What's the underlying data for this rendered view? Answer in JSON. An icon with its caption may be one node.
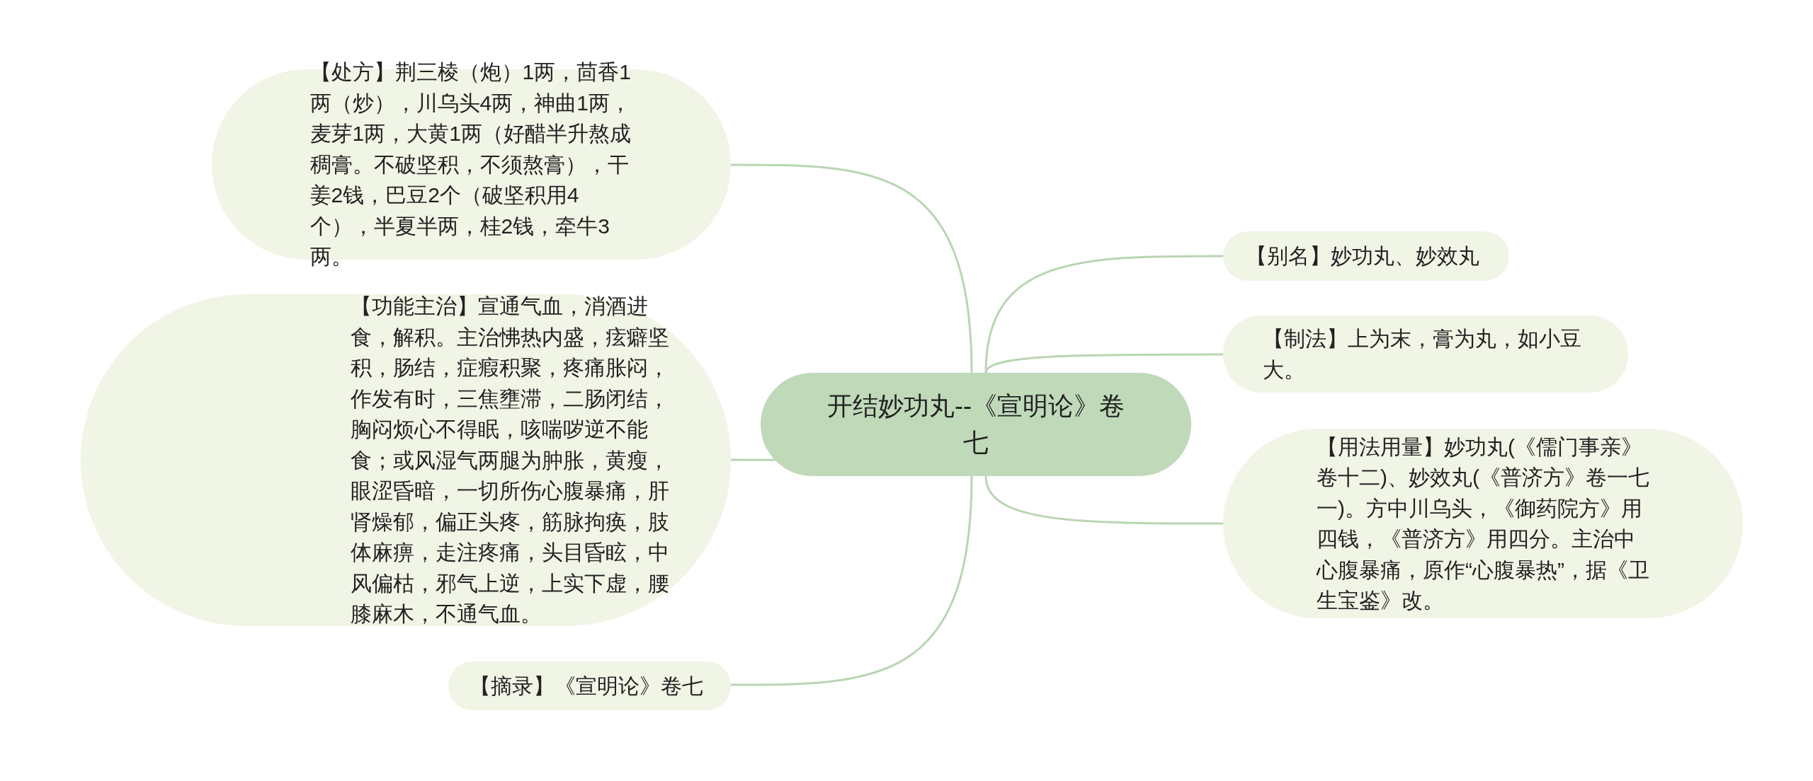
{
  "diagram": {
    "nodes": [
      {
        "text": [
          "开结妙功丸--《宣明论》卷七"
        ]
      },
      {
        "text": [
          "【处方】荆三棱（炮）1两，茴香1两（炒），川乌头4两，神曲1两，麦芽1两，大黄1两（好醋半升熬成稠膏。不破坚积，不须熬膏），干姜2钱，巴豆2个（破坚积用4个），半夏半两，桂2钱，牵牛3两。"
        ]
      },
      {
        "text": [
          "【功能主治】宣通气血，消酒进食，解积。主治怫热内盛，痃癖坚积，肠结，症瘕积聚，疼痛胀闷，作发有时，三焦壅滞，二肠闭结，胸闷烦心不得眠，咳喘哕逆不能食；或风湿气两腿为肿胀，黄瘦，眼涩昏暗，一切所伤心腹暴痛，肝肾燥郁，偏正头疼，筋脉拘痪，肢体麻痹，走注疼痛，头目昏眩，中风偏枯，邪气上逆，上实下虚，腰膝麻木，不通气血。"
        ]
      },
      {
        "text": [
          "【摘录】《宣明论》卷七"
        ]
      },
      {
        "text": [
          "【别名】妙功丸、妙效丸"
        ]
      },
      {
        "text": [
          "【制法】上为末，膏为丸，如小豆大。"
        ]
      },
      {
        "text": [
          "【用法用量】妙功丸(《儒门事亲》卷十二)、妙效丸(《普济方》卷一七一)。方中川乌头，《御药院方》用四钱，《普济方》用四分。主治中心腹暴痛，原作“心腹暴热”，据《卫生宝鉴》改。"
        ]
      }
    ],
    "edges": [
      {
        "from": 0,
        "to": 1,
        "arrow": "none"
      },
      {
        "from": 0,
        "to": 2,
        "arrow": "none"
      },
      {
        "from": 0,
        "to": 3,
        "arrow": "none"
      },
      {
        "from": 0,
        "to": 4,
        "arrow": "none"
      },
      {
        "from": 0,
        "to": 5,
        "arrow": "none"
      },
      {
        "from": 0,
        "to": 6,
        "arrow": "none"
      }
    ]
  }
}
